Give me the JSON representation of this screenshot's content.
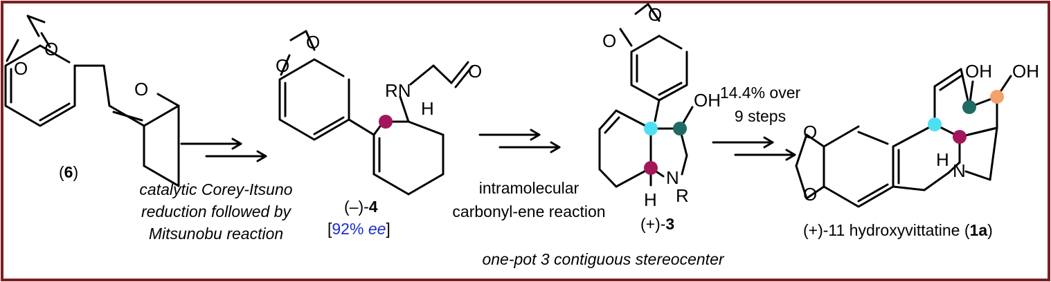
{
  "compounds": {
    "c6": {
      "label_open": "(",
      "number": "6",
      "label_close": ")"
    },
    "c4": {
      "sign": "(–)-",
      "number": "4",
      "ee_open": "[",
      "ee_value": "92% ",
      "ee_unit": "ee",
      "ee_close": "]"
    },
    "c3": {
      "sign": "(+)-",
      "number": "3"
    },
    "c1a": {
      "name": "(+)-11 hydroxyvittatine (",
      "number": "1a",
      "close": ")"
    }
  },
  "steps": {
    "step1": [
      "catalytic Corey-Itsuno",
      "reduction followed by",
      "Mitsunobu reaction"
    ],
    "step2": [
      "intramolecular",
      "carbonyl-ene reaction"
    ],
    "step2_note": "one-pot 3 contiguous stereocenter",
    "step3": [
      "14.4% over",
      "9 steps"
    ]
  },
  "atoms": {
    "O": "O",
    "OH": "OH",
    "N": "N",
    "R": "R",
    "RN": "RN",
    "H": "H"
  },
  "colors": {
    "frame": "#7c1f22",
    "stereo_magenta": "#a3175a",
    "stereo_cyan": "#4ee0f2",
    "stereo_teal": "#1f6a63",
    "stereo_orange": "#f4a26a",
    "ee_blue": "#1a2bd1"
  }
}
